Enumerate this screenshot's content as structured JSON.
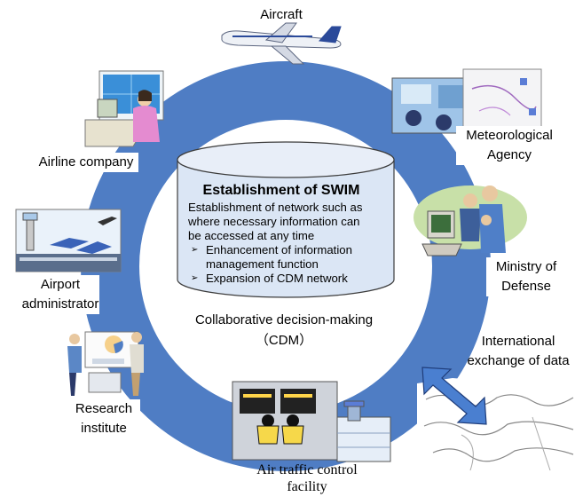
{
  "center": {
    "title": "Establishment of SWIM",
    "description": "Establishment of network such as where necessary information can be accessed at any time",
    "bullets": [
      "Enhancement of information management function",
      "Expansion of CDM network"
    ],
    "bullet_marker": "➢",
    "cdm_line1": "Collaborative decision-making",
    "cdm_line2": "（CDM）"
  },
  "nodes": {
    "aircraft": "Aircraft",
    "airline": "Airline company",
    "meteo_l1": "Meteorological",
    "meteo_l2": "Agency",
    "defense_l1": "Ministry of",
    "defense_l2": "Defense",
    "airport_l1": "Airport",
    "airport_l2": "administrator",
    "intl_l1": "International",
    "intl_l2": "exchange of data",
    "research_l1": "Research",
    "research_l2": "institute",
    "atc_l1": "Air traffic control",
    "atc_l2": "facility"
  },
  "colors": {
    "ring": "#4f7dc4",
    "cylinder_body": "#dbe6f5",
    "cylinder_top": "#e8eef8",
    "arrow": "#4a7fd0"
  }
}
